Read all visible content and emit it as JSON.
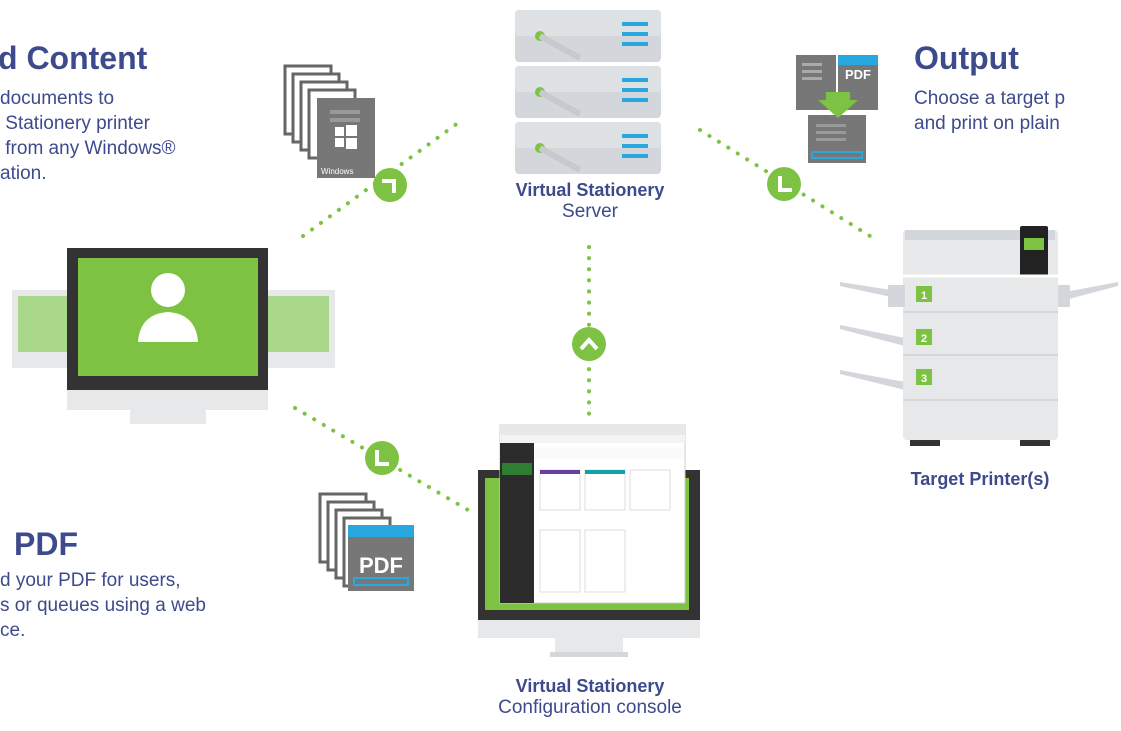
{
  "sections": {
    "add_content": {
      "heading": "d Content",
      "lines": [
        "documents to",
        " Stationery printer",
        " from any Windows®",
        "ation."
      ]
    },
    "output": {
      "heading": "Output",
      "lines": [
        "Choose a target p",
        "and print on plain"
      ]
    },
    "pdf_section": {
      "heading": "PDF",
      "lines": [
        "d your PDF for users,",
        "s or queues using a web",
        "ce."
      ]
    }
  },
  "nodes": {
    "server": {
      "title": "Virtual Stationery",
      "subtitle": "Server"
    },
    "console": {
      "title": "Virtual Stationery",
      "subtitle": "Configuration console"
    },
    "printer": {
      "title": "Target Printer(s)"
    }
  },
  "icons": {
    "windows_label": "Windows",
    "pdf_label_small": "PDF",
    "pdf_label_large": "PDF"
  },
  "printer_trays": [
    "1",
    "2",
    "3"
  ],
  "colors": {
    "brand_navy": "#3d4a8c",
    "accent_green": "#7dc242",
    "server_blue": "#29a8e0",
    "device_dark": "#333333"
  }
}
